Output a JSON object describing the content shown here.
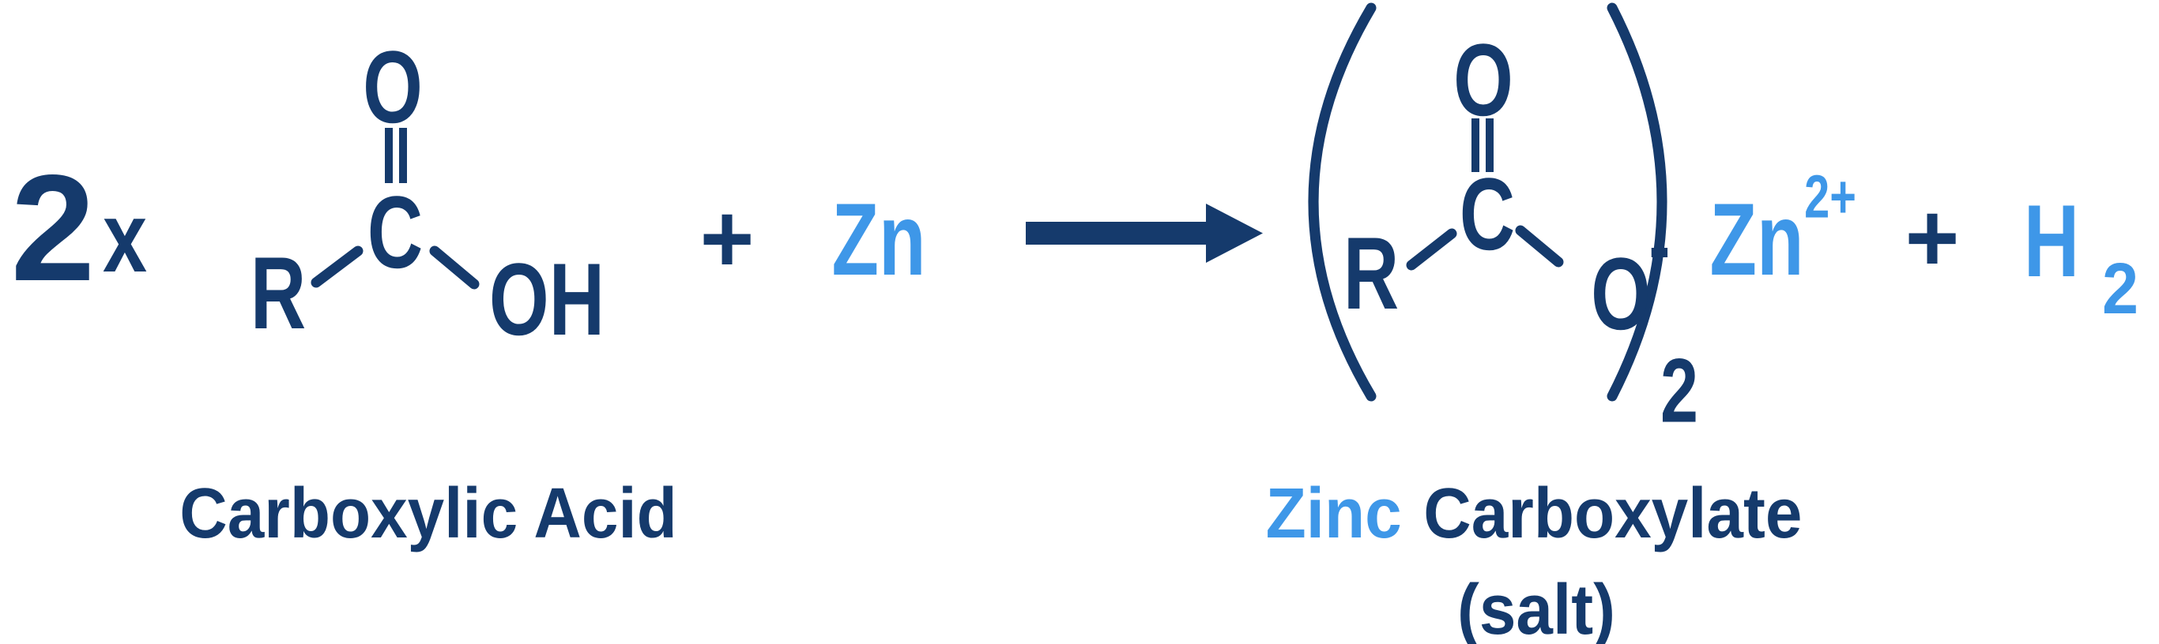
{
  "colors": {
    "navy": "#153a6c",
    "blue": "#3e97e8",
    "background": "#ffffff"
  },
  "reaction": {
    "coefficient": "2",
    "times": "x",
    "plus_left": "+",
    "plus_right": "+",
    "reactant_zn": "Zn",
    "carboxylic_acid": {
      "o_double": "O",
      "c": "C",
      "r": "R",
      "oh": "OH",
      "label": "Carboxylic Acid"
    },
    "zinc_carboxylate": {
      "o_double": "O",
      "c": "C",
      "r": "R",
      "o_anion": "O",
      "charge_minus": "-",
      "paren_subscript": "2",
      "zn": "Zn",
      "zn_charge": "2+",
      "label_zinc": "Zinc",
      "label_carboxylate": "Carboxylate",
      "label_salt": "(salt)"
    },
    "hydrogen": {
      "h": "H",
      "subscript": "2"
    }
  }
}
